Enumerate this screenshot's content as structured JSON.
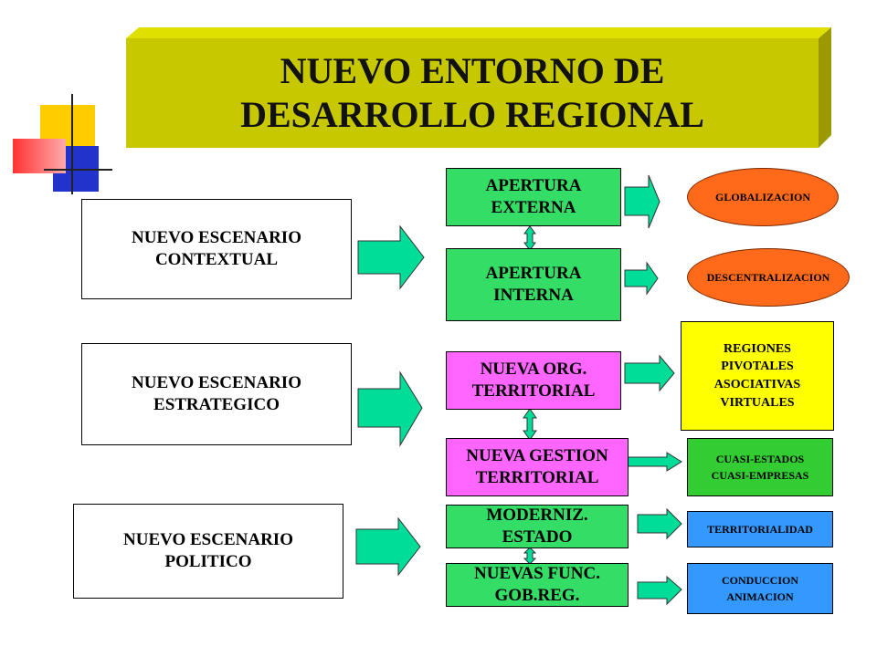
{
  "title": {
    "line1": "NUEVO ENTORNO DE",
    "line2": "DESARROLLO REGIONAL"
  },
  "scenarios": [
    {
      "label": "NUEVO ESCENARIO\nCONTEXTUAL"
    },
    {
      "label": "NUEVO ESCENARIO\nESTRATEGICO"
    },
    {
      "label": "NUEVO ESCENARIO\nPOLITICO"
    }
  ],
  "middle": [
    {
      "label": "APERTURA\nEXTERNA"
    },
    {
      "label": "APERTURA\nINTERNA"
    },
    {
      "label": "NUEVA ORG.\nTERRITORIAL"
    },
    {
      "label": "NUEVA GESTION\nTERRITORIAL"
    },
    {
      "label": "MODERNIZ.\nESTADO"
    },
    {
      "label": "NUEVAS FUNC.\nGOB.REG."
    }
  ],
  "outcomes": [
    {
      "label": "GLOBALIZACION"
    },
    {
      "label": "DESCENTRALIZACION"
    },
    {
      "label": "REGIONES\nPIVOTALES\nASOCIATIVAS\nVIRTUALES"
    },
    {
      "label": "CUASI-ESTADOS\nCUASI-EMPRESAS"
    },
    {
      "label": "TERRITORIALIDAD"
    },
    {
      "label": "CONDUCCION\nANIMACION"
    }
  ],
  "colors": {
    "banner": "#c8c800",
    "banner_top": "#e0e000",
    "arrow": "#00dd99",
    "green": "#33dd66",
    "pink": "#ff66ff",
    "orange": "#ff6a1a",
    "yellow": "#ffff00",
    "dark_green": "#33cc33",
    "blue": "#3399ff"
  }
}
